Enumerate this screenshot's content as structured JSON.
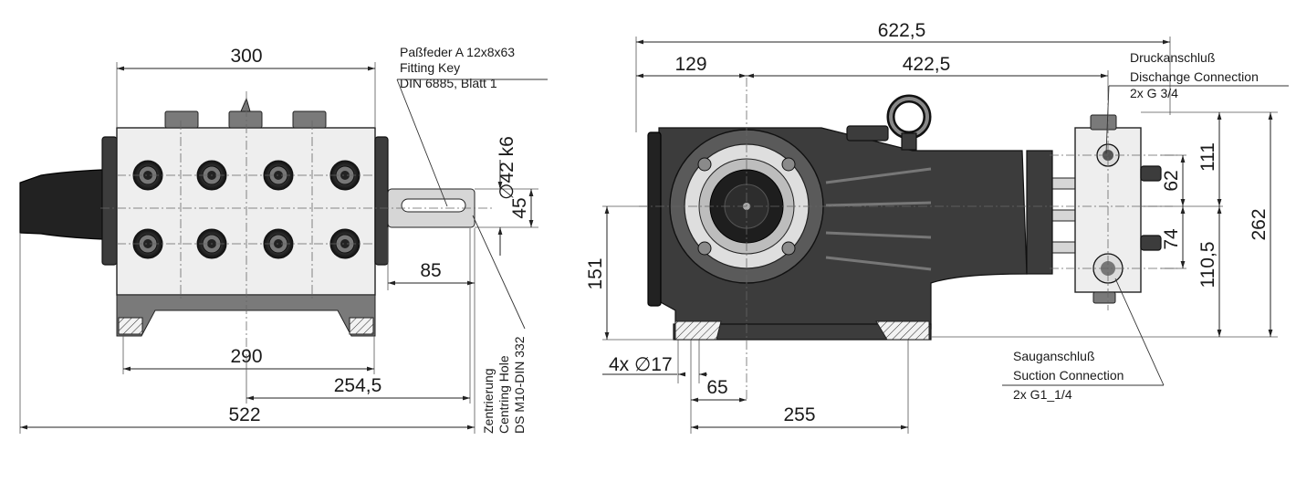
{
  "front_view": {
    "dims": {
      "width_top": "300",
      "shaft_dia": "∅42 k6",
      "shaft_height": "45",
      "shaft_len": "85",
      "foot_span": "290",
      "foot_to_end": "254,5",
      "overall": "522"
    },
    "key_note": [
      "Paßfeder A 12x8x63",
      "Fitting Key",
      "DIN 6885, Blatt 1"
    ],
    "centring_note": [
      "Zentrierung",
      "Centring Hole",
      "DS M10-DIN 332"
    ]
  },
  "side_view": {
    "dims": {
      "overall": "622,5",
      "left_part": "129",
      "right_part": "422,5",
      "height_151": "151",
      "holes": "4x ∅17",
      "foot_offset": "65",
      "foot_len": "255",
      "d62": "62",
      "d111": "111",
      "d74": "74",
      "d110_5": "110,5",
      "d262": "262"
    },
    "discharge_note": [
      "Druckanschluß",
      "Dischange Connection",
      "2x G 3/4"
    ],
    "suction_note": [
      "Sauganschluß",
      "Suction Connection",
      "2x G1_1/4"
    ]
  }
}
